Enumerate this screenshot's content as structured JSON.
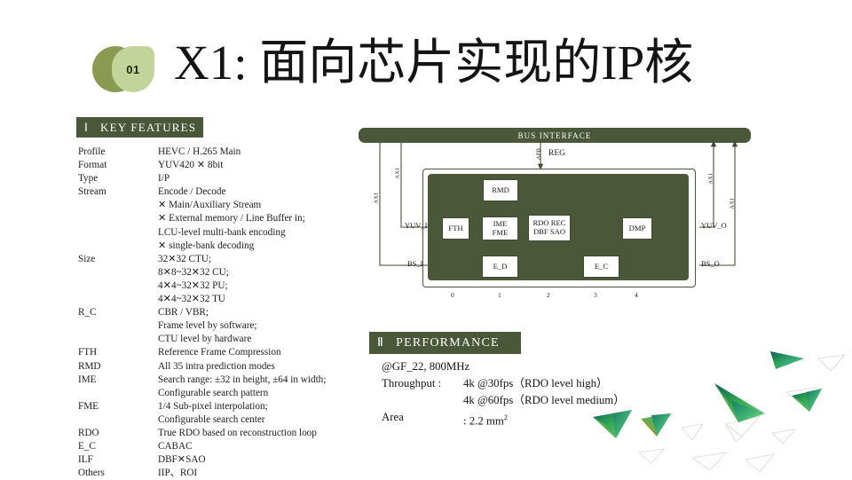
{
  "slide": {
    "badge_number": "01",
    "title": "X1: 面向芯片实现的IP核",
    "accent_dark": "#4a5738",
    "accent_mid": "#8a9a53",
    "accent_light": "#c3d49a",
    "background": "#ffffff"
  },
  "key_features": {
    "roman": "Ⅰ",
    "heading": "KEY FEATURES",
    "rows": [
      {
        "label": "Profile",
        "values": [
          "HEVC / H.265 Main"
        ]
      },
      {
        "label": "Format",
        "values": [
          "YUV420 ✕ 8bit"
        ]
      },
      {
        "label": "Type",
        "values": [
          "I/P"
        ]
      },
      {
        "label": "Stream",
        "values": [
          "Encode / Decode",
          "✕ Main/Auxiliary Stream",
          "✕ External memory / Line Buffer in;",
          "LCU-level multi-bank encoding",
          "✕ single-bank decoding"
        ]
      },
      {
        "label": "Size",
        "values": [
          "32✕32 CTU;",
          "8✕8~32✕32 CU;",
          "4✕4~32✕32 PU;",
          "4✕4~32✕32 TU"
        ]
      },
      {
        "label": "R_C",
        "values": [
          "CBR / VBR;",
          "Frame level by software;",
          "CTU level by hardware"
        ]
      },
      {
        "label": "FTH",
        "values": [
          "Reference Frame Compression"
        ]
      },
      {
        "label": "RMD",
        "values": [
          "All 35 intra prediction modes"
        ]
      },
      {
        "label": "IME",
        "values": [
          "Search range: ±32 in height, ±64 in width;",
          "Configurable  search pattern"
        ]
      },
      {
        "label": "FME",
        "values": [
          "1/4 Sub-pixel interpolation;",
          "Configurable  search center"
        ]
      },
      {
        "label": "RDO",
        "values": [
          "True RDO based on reconstruction loop"
        ]
      },
      {
        "label": "E_C",
        "values": [
          "CABAC"
        ]
      },
      {
        "label": "ILF",
        "values": [
          "DBF✕SAO"
        ]
      },
      {
        "label": "Others",
        "values": [
          "IIP、ROI"
        ]
      }
    ]
  },
  "performance": {
    "roman": "Ⅱ",
    "heading": "PERFORMANCE",
    "process_line": "@GF_22, 800MHz",
    "rows": [
      {
        "label": "Throughput :",
        "value": "4k @30fps（RDO level high）"
      },
      {
        "label": "",
        "value": "4k @60fps（RDO level medium）"
      },
      {
        "label": "Area",
        "value": ": 2.2 mm",
        "sup": "2"
      }
    ]
  },
  "diagram": {
    "bus_label": "BUS  INTERFACE",
    "reg_label": "REG",
    "apb_label": "APB",
    "bus_ports": [
      {
        "name": "AXI"
      },
      {
        "name": "AXI"
      },
      {
        "name": "AXI"
      },
      {
        "name": "AXI"
      }
    ],
    "io_labels": {
      "yuv_in": "YUV_I",
      "bs_in": "BS_I",
      "yuv_out": "YUV_O",
      "bs_out": "BS_O"
    },
    "blocks": [
      {
        "id": "rmd",
        "lines": [
          "RMD"
        ]
      },
      {
        "id": "fth",
        "lines": [
          "FTH"
        ]
      },
      {
        "id": "imefme",
        "lines": [
          "IME",
          "FME"
        ]
      },
      {
        "id": "rdo",
        "lines": [
          "RDO REC",
          "DBF SAO"
        ]
      },
      {
        "id": "dmp",
        "lines": [
          "DMP"
        ]
      },
      {
        "id": "ed",
        "lines": [
          "E_D"
        ]
      },
      {
        "id": "ec",
        "lines": [
          "E_C"
        ]
      }
    ],
    "axis_numbers": [
      "0",
      "1",
      "2",
      "3",
      "4"
    ]
  }
}
